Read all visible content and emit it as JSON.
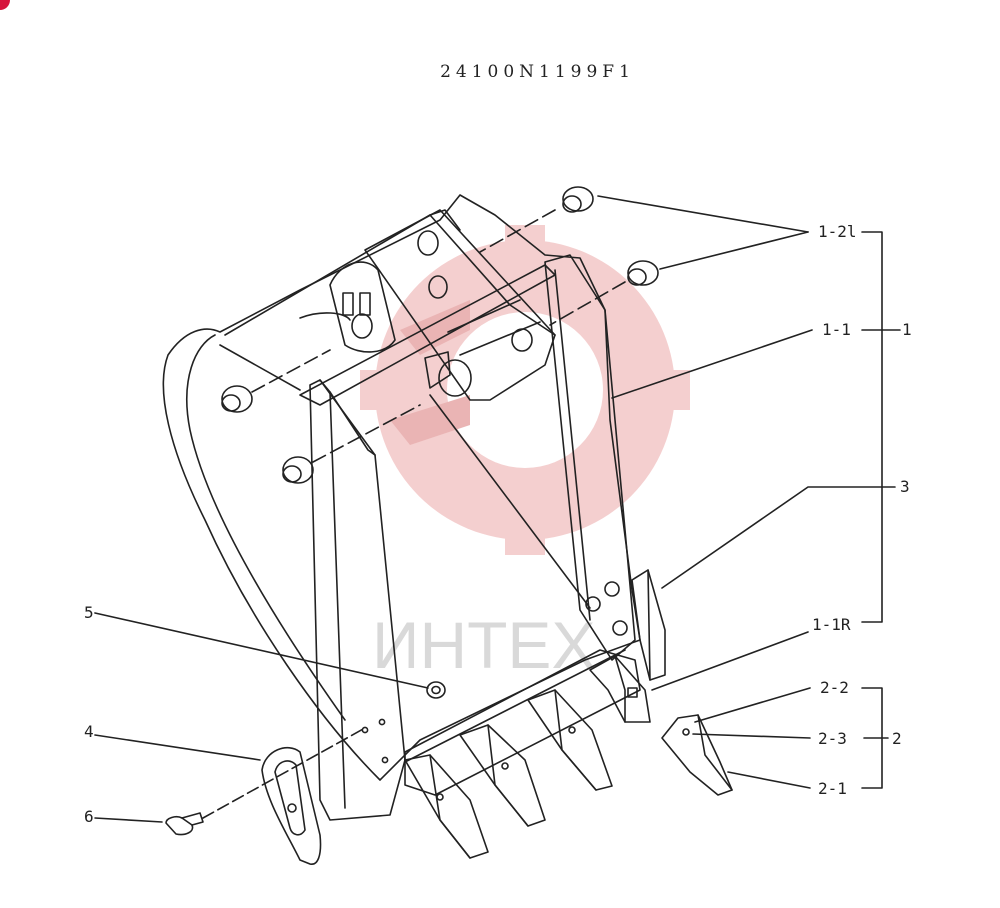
{
  "drawing": {
    "part_number": "24100N1199F1",
    "watermark_text": "ИНТЕХ"
  },
  "callouts": {
    "c_1_2l": "1-2l",
    "c_1_1": "1-1",
    "c_1": "1",
    "c_3": "3",
    "c_1_1r": "1-1R",
    "c_5": "5",
    "c_4": "4",
    "c_6": "6",
    "c_2_2": "2-2",
    "c_2_3": "2-3",
    "c_2": "2",
    "c_2_1": "2-1"
  },
  "colors": {
    "ink": "#222222",
    "watermark": "#f3c7c7",
    "watermark_text": "#d9d9d9",
    "corner_logo": "#d6143c"
  },
  "icons": {
    "corner_logo": "red-circle-logo-icon",
    "watermark": "gear-watermark-icon"
  }
}
